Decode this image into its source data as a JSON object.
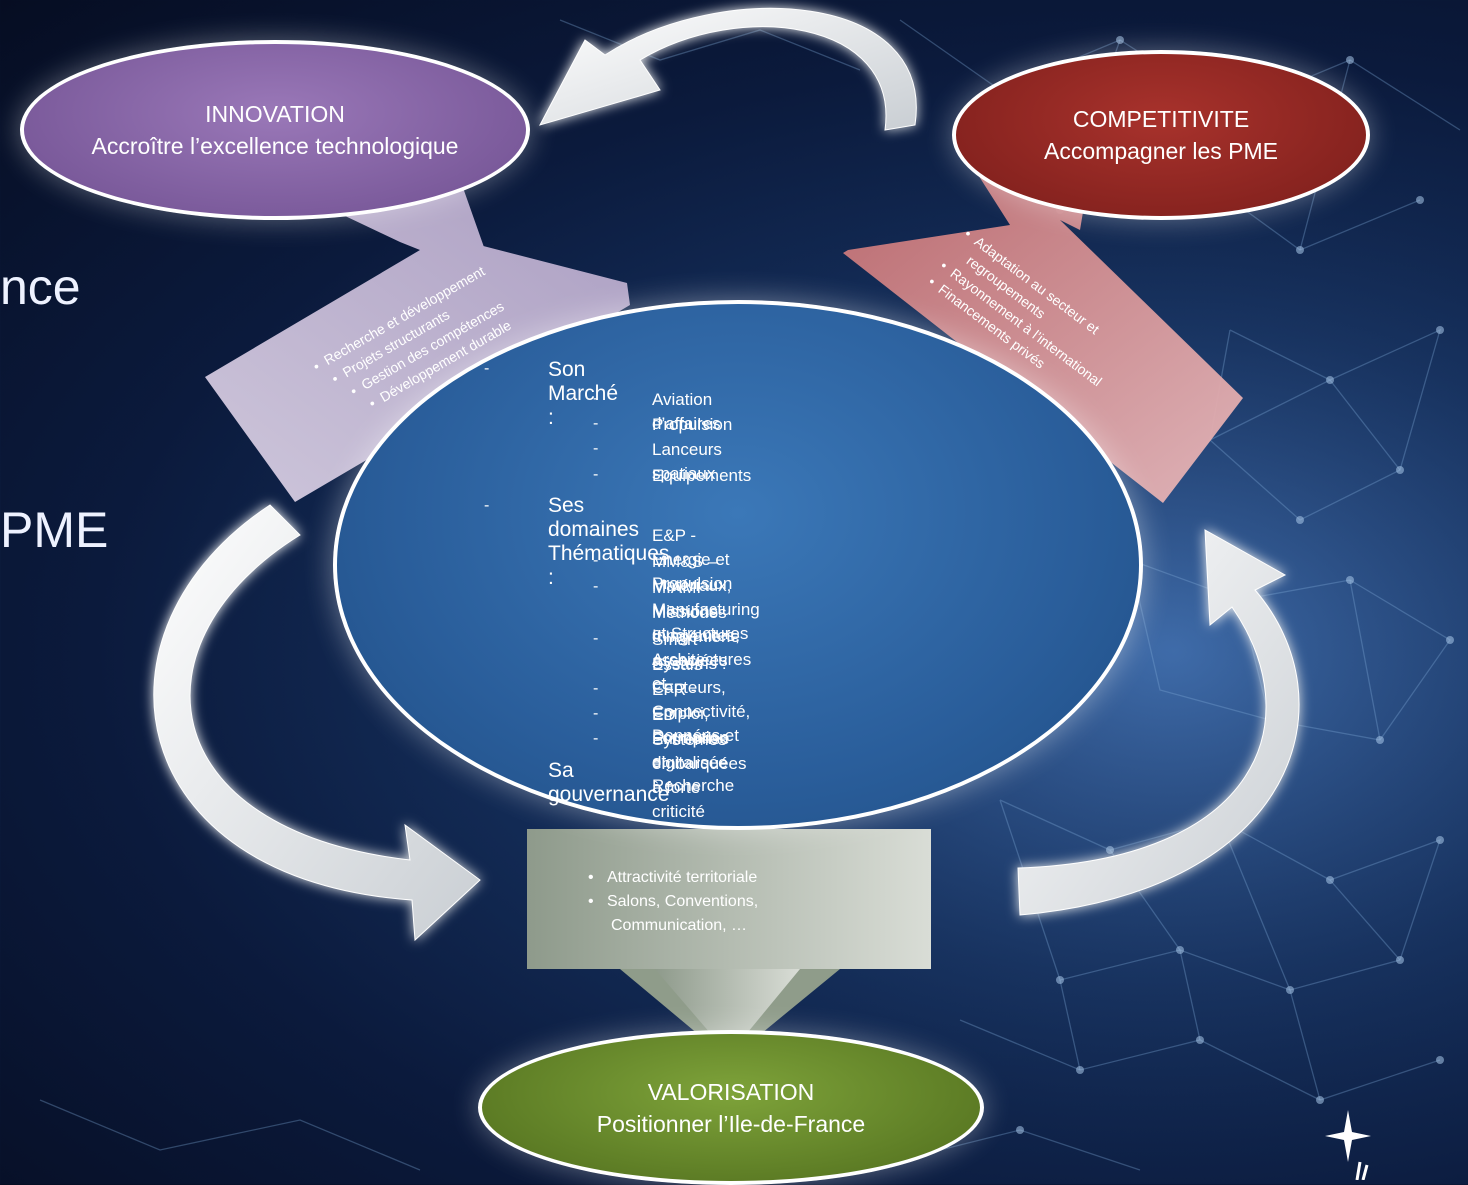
{
  "background_text": {
    "line1": "nce",
    "line2": "PME"
  },
  "nodes": {
    "innovation": {
      "title": "INNOVATION",
      "subtitle": "Accroître l’excellence technologique",
      "color": "#7c5a9a"
    },
    "competitivite": {
      "title": "COMPETITIVITE",
      "subtitle": "Accompagner les PME",
      "color": "#8f2520"
    },
    "valorisation": {
      "title": "VALORISATION",
      "subtitle": "Positionner l’Ile-de-France",
      "color": "#5f7f25"
    }
  },
  "innovation_block": {
    "items": [
      "Recherche et développement",
      "Projets structurants",
      "Gestion des compétences",
      "Développement durable"
    ]
  },
  "competitivite_block": {
    "items": [
      "Adaptation au secteur et",
      "regroupements",
      "Rayonnement à l’international",
      "Financements privés"
    ]
  },
  "valorisation_block": {
    "items": [
      "Attractivité territoriale",
      "Salons, Conventions,",
      "Communication, …"
    ]
  },
  "center": {
    "color": "#2e67a8",
    "marche_label": "Son Marché :",
    "marche_items": [
      "Aviation d’affaires",
      "Propulsion",
      "Lanceurs spatiaux",
      "Equipements"
    ],
    "domaines_label": "Ses domaines Thématiques :",
    "domaines_items": [
      "E&P - Energie et Propulsion",
      "MM&S – Matériaux, Manufacturing et Structures",
      "MIAMI – Missions Innovantes, Architectures et",
      "Méthodes d’Ingénierie associées",
      "Smart Systems : Capteurs, Connectivité, Données et",
      "Essais",
      "EFR - Emploi, Formation et Recherche",
      "ED – Entreprise digitalisée",
      "Systèmes embarquées à forte criticité"
    ],
    "gouvernance_label": "Sa gouvernance"
  },
  "bullet": "•",
  "dash": "-"
}
